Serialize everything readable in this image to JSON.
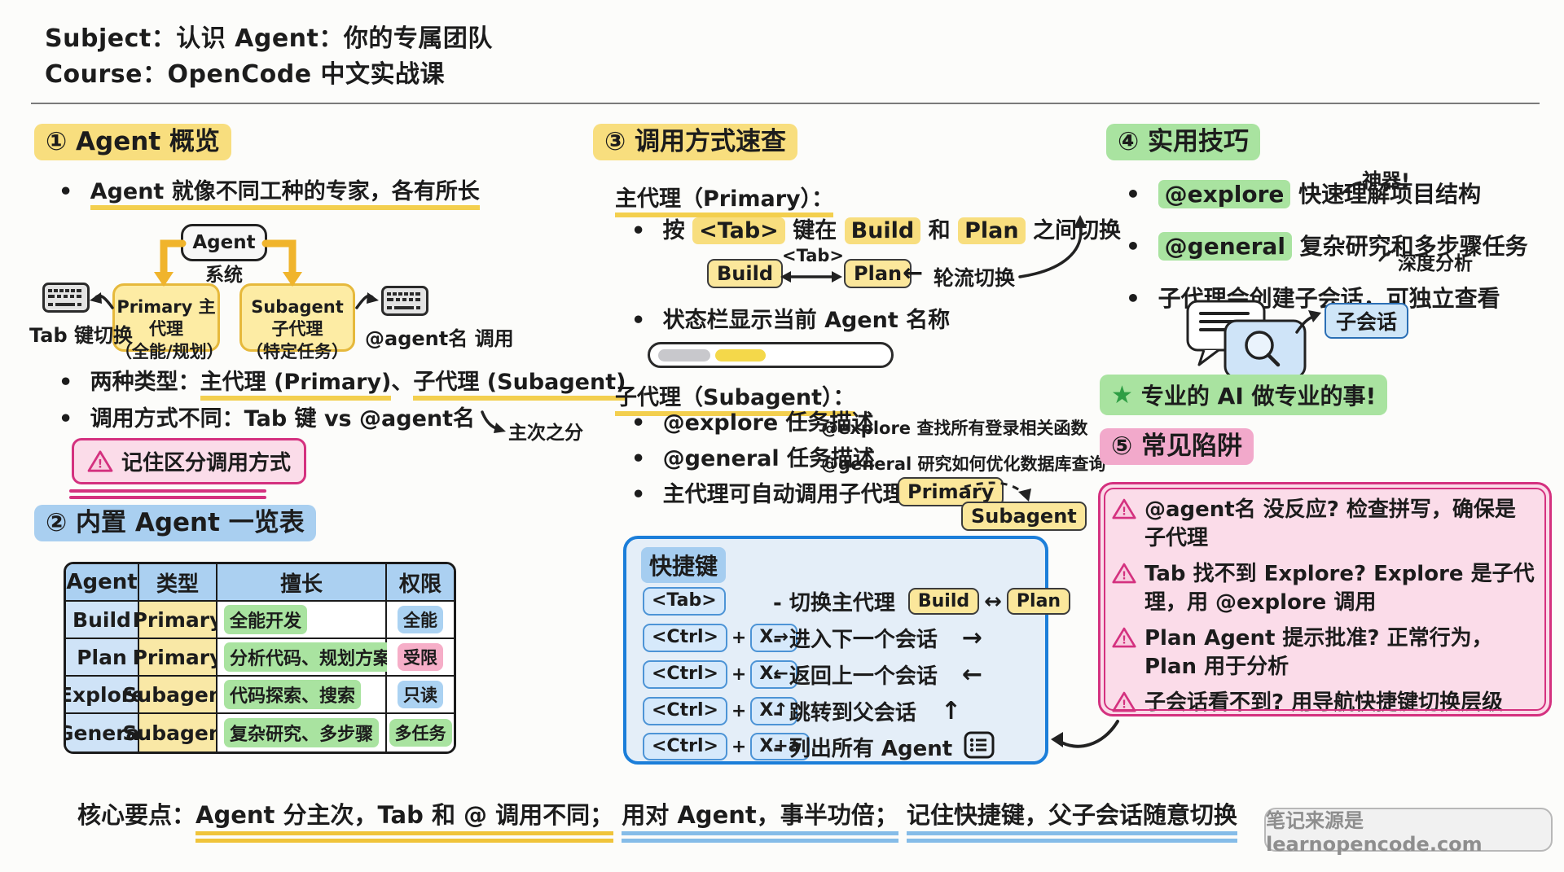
{
  "colors": {
    "yellow_highlight": "#f8de7e",
    "yellow_arrow": "#f0b42c",
    "blue_highlight": "#a9cff0",
    "blue_border": "#1b7ed9",
    "green_highlight": "#a9e3a0",
    "pink_bg": "#fbdce9",
    "pink_border": "#d4317f",
    "gray_text": "#8e8e8e"
  },
  "symbols": {
    "plus": "+",
    "harr": "↔",
    "larr": "←",
    "rarr": "→",
    "uarr": "↑",
    "star": "★",
    "excl": "!"
  },
  "header": {
    "subject": "Subject：认识 Agent：你的专属团队",
    "course": "Course：OpenCode 中文实战课"
  },
  "s1": {
    "title": "① Agent 概览",
    "bullet1": "Agent 就像不同工种的专家，各有所长",
    "diagram": {
      "root": "Agent 系统",
      "primary_line1": "Primary 主代理",
      "primary_line2": "（全能/规划）",
      "subagent_line1": "Subagent 子代理",
      "subagent_line2": "（特定任务）",
      "left_label": "Tab 键切换",
      "right_label": "@agent名 调用"
    },
    "bullet2": {
      "pre": "两种类型：",
      "u1": "主代理 (Primary)",
      "sep": "、",
      "u2": "子代理 (Subagent)"
    },
    "bullet3": {
      "text": "调用方式不同：Tab 键 vs @agent名",
      "note": "主次之分"
    },
    "warning": "记住区分调用方式"
  },
  "s2": {
    "title": "② 内置 Agent 一览表",
    "table": {
      "headers": [
        "Agent",
        "类型",
        "擅长",
        "权限"
      ],
      "rows": [
        {
          "agent": "Build",
          "type": "Primary",
          "skill": "全能开发",
          "perm": "全能"
        },
        {
          "agent": "Plan",
          "type": "Primary",
          "skill": "分析代码、规划方案",
          "perm": "受限"
        },
        {
          "agent": "Explore",
          "type": "Subagent",
          "skill": "代码探索、搜索",
          "perm": "只读"
        },
        {
          "agent": "General",
          "type": "Subagent",
          "skill": "复杂研究、多步骤",
          "perm": "多任务"
        }
      ]
    }
  },
  "s3": {
    "title": "③ 调用方式速查",
    "primary_heading": "主代理（Primary）：",
    "b1": {
      "pre": "按 ",
      "key": "<Tab>",
      "mid1": " 键在 ",
      "build": "Build",
      "mid2": " 和 ",
      "plan": "Plan",
      "post": " 之间切换"
    },
    "diagram": {
      "build": "Build",
      "key": "<Tab>",
      "plan": "Plan",
      "note": "轮流切换"
    },
    "b2": "状态栏显示当前 Agent 名称",
    "subagent_heading": "子代理（Subagent）：",
    "b3": {
      "text": "@explore 任务描述",
      "note": "@explore 查找所有登录相关函数"
    },
    "b4": {
      "text": "@general 任务描述",
      "note": "@general 研究如何优化数据库查询"
    },
    "b5": {
      "text": "主代理可自动调用子代理",
      "tag1": "Primary",
      "tag2": "Subagent"
    },
    "shortcuts": {
      "title": "快捷键",
      "rows": [
        {
          "k1": "<Tab>",
          "desc": "- 切换主代理"
        },
        {
          "k1": "<Ctrl>",
          "k2": "X→",
          "desc": "- 进入下一个会话",
          "arrow": "→"
        },
        {
          "k1": "<Ctrl>",
          "k2": "X←",
          "desc": "- 返回上一个会话",
          "arrow": "←"
        },
        {
          "k1": "<Ctrl>",
          "k2": "X↑",
          "desc": "- 跳转到父会话",
          "arrow": "↑"
        },
        {
          "k1": "<Ctrl>",
          "k2": "X+a",
          "desc": "- 列出所有 Agent"
        }
      ],
      "row1_build": "Build",
      "row1_plan": "Plan"
    }
  },
  "s4": {
    "title": "④ 实用技巧",
    "b1": {
      "tag": "@explore",
      "text": "快速理解项目结构",
      "note": "神器!"
    },
    "b2": {
      "tag": "@general",
      "text": "复杂研究和多步骤任务",
      "note": "深度分析"
    },
    "b3": "子代理会创建子会话，可独立查看",
    "session_tag": "子会话",
    "star_note": "专业的 AI 做专业的事!"
  },
  "s5": {
    "title": "⑤ 常见陷阱",
    "items": [
      "@agent名 没反应? 检查拼写，确保是子代理",
      "Tab 找不到 Explore? Explore 是子代理，用 @explore 调用",
      "Plan Agent 提示批准? 正常行为，Plan 用于分析",
      "子会话看不到? 用导航快捷键切换层级"
    ]
  },
  "footer": {
    "label": "核心要点：",
    "seg1": "Agent 分主次，Tab 和 @ 调用不同；",
    "seg2": "用对 Agent，事半功倍；",
    "seg3": "记住快捷键，父子会话随意切换",
    "watermark": "笔记来源是 learnopencode.com"
  }
}
